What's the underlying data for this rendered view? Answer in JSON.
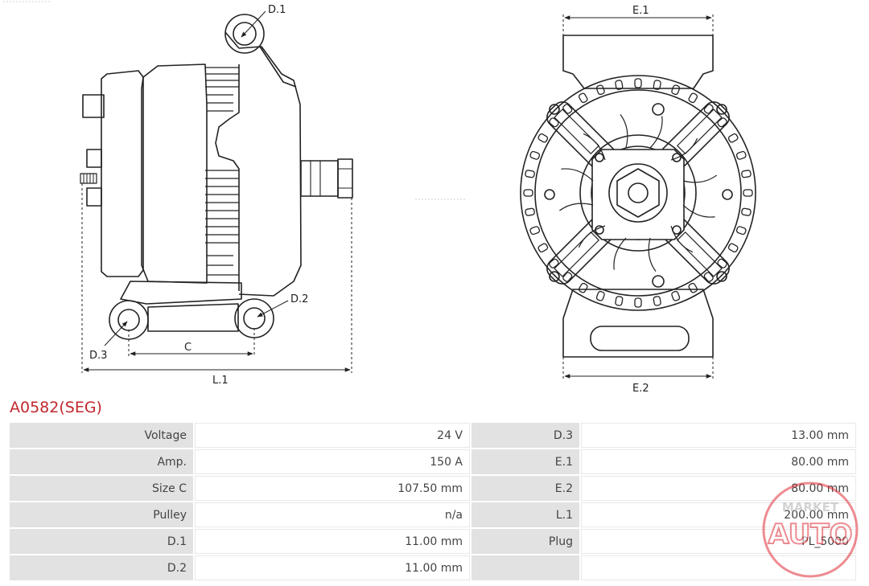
{
  "part_code": "A0582(SEG)",
  "diagram_labels": {
    "d1": "D.1",
    "d2": "D.2",
    "d3": "D.3",
    "c": "C",
    "l1": "L.1",
    "e1": "E.1",
    "e2": "E.2"
  },
  "specs": [
    {
      "label": "Voltage",
      "value": "24 V",
      "label2": "D.3",
      "value2": "13.00 mm"
    },
    {
      "label": "Amp.",
      "value": "150 A",
      "label2": "E.1",
      "value2": "80.00 mm"
    },
    {
      "label": "Size C",
      "value": "107.50 mm",
      "label2": "E.2",
      "value2": "80.00 mm"
    },
    {
      "label": "Pulley",
      "value": "n/a",
      "label2": "L.1",
      "value2": "200.00 mm"
    },
    {
      "label": "D.1",
      "value": "11.00 mm",
      "label2": "Plug",
      "value2": "PL_5000"
    },
    {
      "label": "D.2",
      "value": "11.00 mm",
      "label2": "",
      "value2": ""
    }
  ],
  "watermark": {
    "line1": "MARKET",
    "line2": "AUTO",
    "color": "#e0303a"
  }
}
